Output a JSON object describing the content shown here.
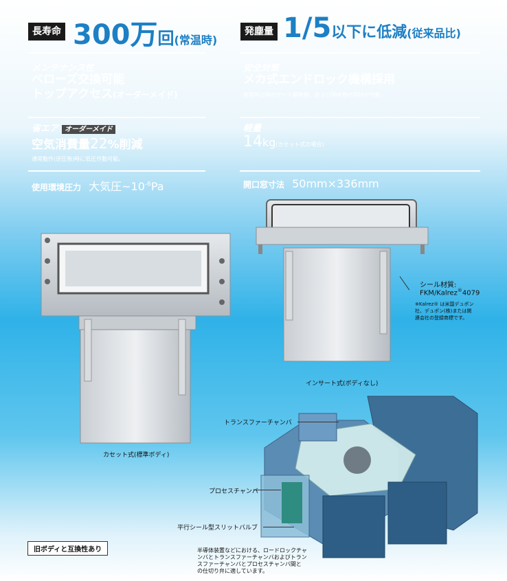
{
  "left": {
    "tag": "長寿命",
    "headline_num": "300万",
    "headline_unit": "回",
    "headline_note": "(常温時)",
    "sec1_title": "メンテナンス性",
    "sec1_line1": "ベローズ交換可能",
    "sec1_line2": "トップアクセス",
    "sec1_line2_note": "(オーダーメイド)",
    "sec2_title": "省エア",
    "sec2_badge": "オーダーメイド",
    "sec2_line": "空気消費量",
    "sec2_num": "22",
    "sec2_tail": "%削減",
    "sec2_note": "通常動作(逆圧無)時に低圧作動可能。",
    "sec3_label": "使用環境圧力",
    "sec3_value": "大気圧~10",
    "sec3_exp": "-6",
    "sec3_unit": "Pa"
  },
  "right": {
    "tag": "発塵量",
    "headline_num": "1/5",
    "headline_text": "以下に低減",
    "headline_note": "(従来品比)",
    "sec1_title": "安全対策",
    "sec1_line": "メカ式エンドロック機構採用",
    "sec1_note": "非常停止時のゲート開状態、および閉状態の保持が可能。",
    "sec2_title": "軽量",
    "sec2_num": "14",
    "sec2_unit": "kg",
    "sec2_note": "(カセット式の場合)",
    "sec3_label": "開口窓寸法",
    "sec3_value": "50mm×336mm"
  },
  "captions": {
    "cassette": "カセット式(標準ボディ)",
    "insert": "インサート式(ボディなし)",
    "seal_title": "シール材質:",
    "seal_value": "FKM/Kalrez",
    "seal_reg": "®",
    "seal_code": "4079",
    "kalrez_note1": "※Kalrez® は米国デュポン",
    "kalrez_note2": "社、デュポン(株)または関",
    "kalrez_note3": "連会社の登録商標です。",
    "transfer": "トランスファーチャンバ",
    "process": "プロセスチャンバ",
    "valve": "平行シール型スリットバルブ",
    "compat": "旧ボディと互換性あり",
    "desc1": "半導体装置などにおける、ロードロックチャ",
    "desc2": "ンバとトランスファーチャンバおよびトラン",
    "desc3": "スファーチャンバとプロセスチャンバ間と",
    "desc4": "の仕切り弁に適しています。"
  },
  "colors": {
    "accent": "#1d7fc4",
    "tag_bg": "#1a1a1a",
    "bg_mid": "#2fb2e8"
  }
}
